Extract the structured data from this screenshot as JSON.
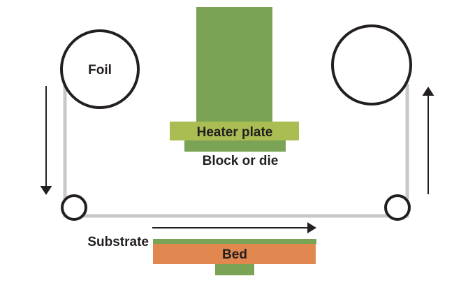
{
  "diagram": {
    "type": "process-diagram",
    "subject": "hot-foil-stamping-press",
    "labels": {
      "foil_reel": "Foil",
      "heater_plate": "Heater plate",
      "block_or_die": "Block or die",
      "substrate": "Substrate",
      "bed": "Bed"
    },
    "icons": {
      "foil_feed_direction": "down-arrow-icon",
      "foil_takeup_direction": "up-arrow-icon",
      "substrate_feed_direction": "right-arrow-icon"
    },
    "colors": {
      "green": "#7AA356",
      "light_green": "#AABD52",
      "orange": "#E0884F",
      "web_gray": "#C7C8C7",
      "ink": "#231F20",
      "background": "#FFFFFF"
    }
  }
}
